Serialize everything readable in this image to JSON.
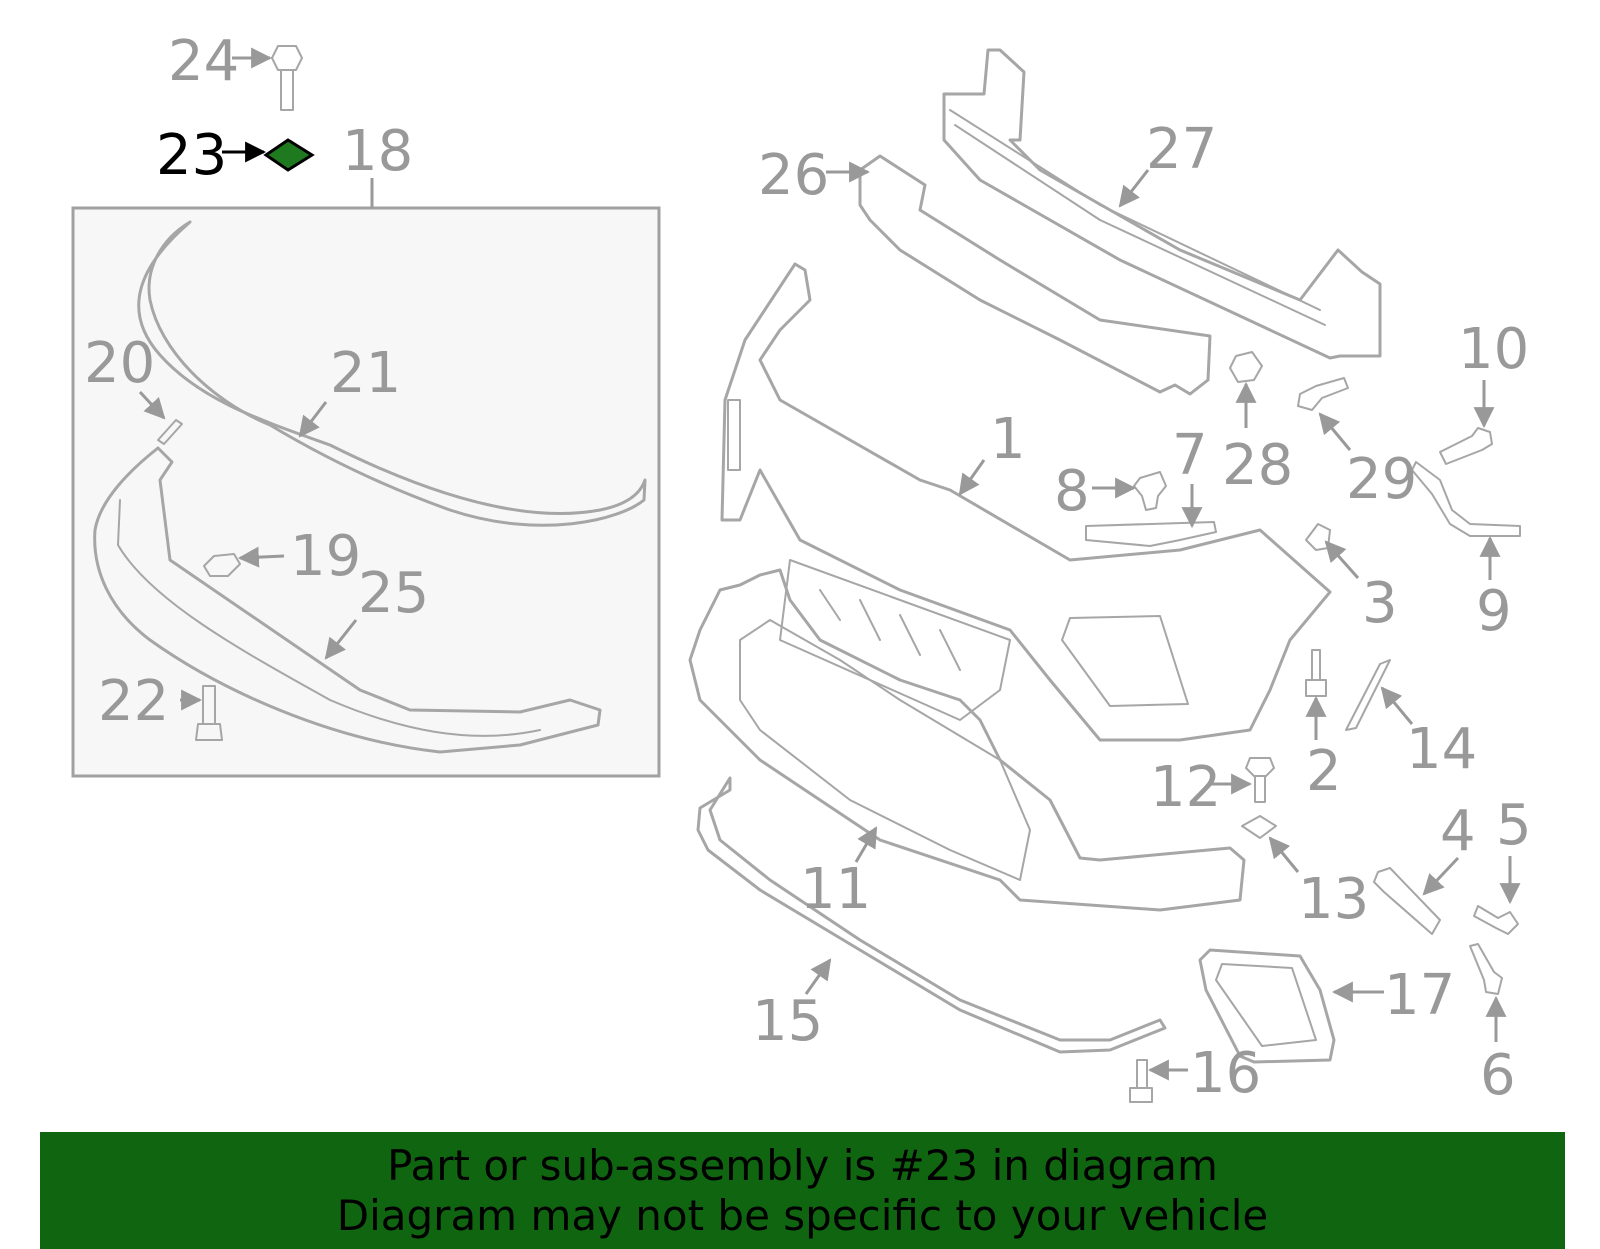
{
  "callouts": {
    "c1": "1",
    "c2": "2",
    "c3": "3",
    "c4": "4",
    "c5": "5",
    "c6": "6",
    "c7": "7",
    "c8": "8",
    "c9": "9",
    "c10": "10",
    "c11": "11",
    "c12": "12",
    "c13": "13",
    "c14": "14",
    "c15": "15",
    "c16": "16",
    "c17": "17",
    "c18": "18",
    "c19": "19",
    "c20": "20",
    "c21": "21",
    "c22": "22",
    "c23": "23",
    "c24": "24",
    "c25": "25",
    "c26": "26",
    "c27": "27",
    "c28": "28",
    "c29": "29"
  },
  "highlight": {
    "part": "23",
    "color": "#1f7a1f"
  },
  "banner": {
    "line1": "Part or sub-assembly is #23 in diagram",
    "line2": "Diagram may not be specific to your vehicle",
    "color": "#106610"
  }
}
